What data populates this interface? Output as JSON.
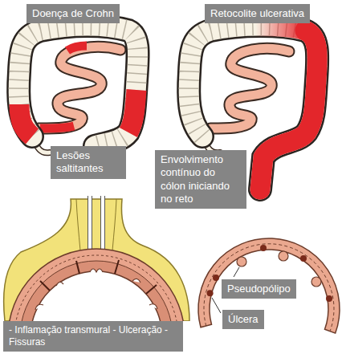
{
  "diagram": {
    "nodes": [
      {
        "text": [
          "Doença de Crohn"
        ]
      },
      {
        "text": [
          "Retocolite ulcerativa"
        ]
      },
      {
        "text": [
          "Lesões saltitantes"
        ]
      },
      {
        "text": [
          "Envolvimento contínuo do cólon iniciando no reto"
        ]
      },
      {
        "text": [
          "Pseudopólipo"
        ]
      },
      {
        "text": [
          "- Inflamação transmural - Ulceração - Fissuras"
        ]
      },
      {
        "text": [
          "Úlcera"
        ]
      }
    ]
  }
}
